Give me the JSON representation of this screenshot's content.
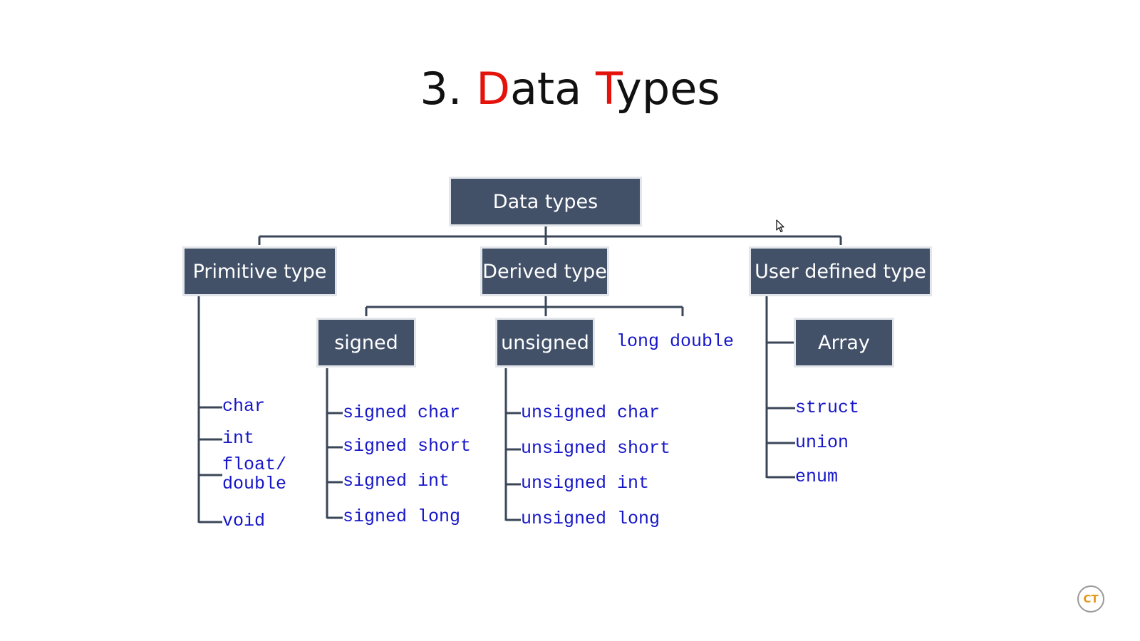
{
  "title": {
    "number": "3.",
    "first_initial": "D",
    "first_rest": "ata",
    "second_initial": "T",
    "second_rest": "ypes"
  },
  "root": "Data types",
  "categories": {
    "primitive": "Primitive type",
    "derived": "Derived type",
    "user_defined": "User defined type"
  },
  "primitive_items": [
    "char",
    "int",
    "float/",
    "double",
    "void"
  ],
  "derived_sub": {
    "signed": "signed",
    "unsigned": "unsigned",
    "long_double": "long double"
  },
  "signed_items": [
    "signed char",
    "signed short",
    "signed int",
    "signed long"
  ],
  "unsigned_items": [
    "unsigned char",
    "unsigned short",
    "unsigned int",
    "unsigned long"
  ],
  "user_defined_box": "Array",
  "user_defined_items": [
    "struct",
    "union",
    "enum"
  ],
  "colors": {
    "box_fill": "#425168",
    "box_border": "#e2e5ea",
    "keyword": "#1616c8",
    "title_accent": "#e3120b",
    "connector": "#3a4658"
  },
  "icons": [
    "mouse-cursor-icon",
    "channel-logo-icon"
  ],
  "logo_text": "CT"
}
